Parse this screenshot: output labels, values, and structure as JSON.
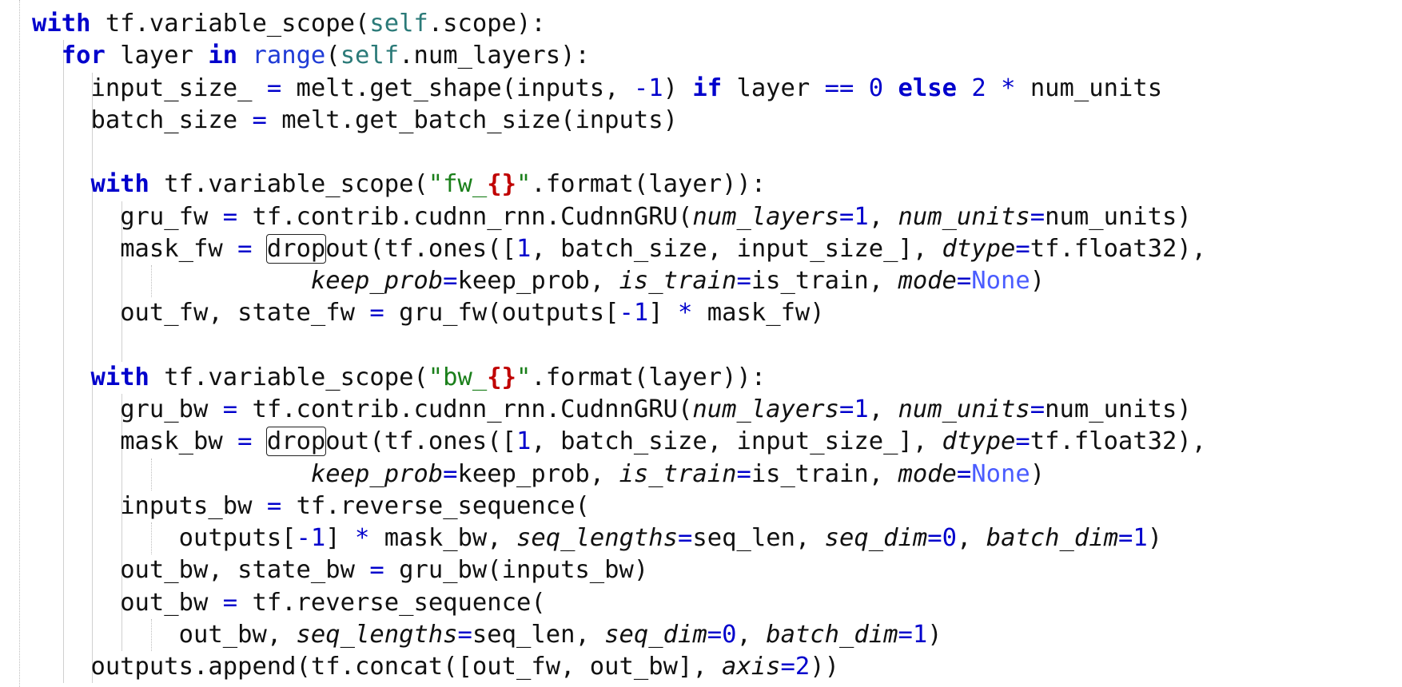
{
  "editor": {
    "lines": [
      {
        "indent": 0,
        "tokens": [
          {
            "t": "with",
            "c": "kw"
          },
          {
            "t": " tf.variable_scope("
          },
          {
            "t": "self",
            "c": "self"
          },
          {
            "t": ".scope):"
          }
        ]
      },
      {
        "indent": 1,
        "tokens": [
          {
            "t": "for",
            "c": "kw"
          },
          {
            "t": " layer "
          },
          {
            "t": "in",
            "c": "kw"
          },
          {
            "t": " "
          },
          {
            "t": "range",
            "c": "builtin"
          },
          {
            "t": "("
          },
          {
            "t": "self",
            "c": "self"
          },
          {
            "t": ".num_layers):"
          }
        ]
      },
      {
        "indent": 2,
        "tokens": [
          {
            "t": "input_size_ "
          },
          {
            "t": "=",
            "c": "op"
          },
          {
            "t": " melt.get_shape(inputs, "
          },
          {
            "t": "-1",
            "c": "num"
          },
          {
            "t": ") "
          },
          {
            "t": "if",
            "c": "kw"
          },
          {
            "t": " layer "
          },
          {
            "t": "==",
            "c": "op"
          },
          {
            "t": " "
          },
          {
            "t": "0",
            "c": "num"
          },
          {
            "t": " "
          },
          {
            "t": "else",
            "c": "kw"
          },
          {
            "t": " "
          },
          {
            "t": "2",
            "c": "num"
          },
          {
            "t": " "
          },
          {
            "t": "*",
            "c": "op"
          },
          {
            "t": " num_units"
          }
        ]
      },
      {
        "indent": 2,
        "tokens": [
          {
            "t": "batch_size "
          },
          {
            "t": "=",
            "c": "op"
          },
          {
            "t": " melt.get_batch_size(inputs)"
          }
        ]
      },
      {
        "indent": 0,
        "tokens": []
      },
      {
        "indent": 2,
        "tokens": [
          {
            "t": "with",
            "c": "kw"
          },
          {
            "t": " tf.variable_scope("
          },
          {
            "t": "\"fw_",
            "c": "str"
          },
          {
            "t": "{}",
            "c": "brace"
          },
          {
            "t": "\"",
            "c": "str"
          },
          {
            "t": ".format(layer)):"
          }
        ]
      },
      {
        "indent": 3,
        "tokens": [
          {
            "t": "gru_fw "
          },
          {
            "t": "=",
            "c": "op"
          },
          {
            "t": " tf.contrib.cudnn_rnn.CudnnGRU("
          },
          {
            "t": "num_layers",
            "c": "param"
          },
          {
            "t": "=",
            "c": "op"
          },
          {
            "t": "1",
            "c": "num"
          },
          {
            "t": ", "
          },
          {
            "t": "num_units",
            "c": "param"
          },
          {
            "t": "=",
            "c": "op"
          },
          {
            "t": "num_units)"
          }
        ]
      },
      {
        "indent": 3,
        "tokens": [
          {
            "t": "mask_fw "
          },
          {
            "t": "=",
            "c": "op"
          },
          {
            "t": " "
          },
          {
            "t": "drop",
            "c": "hl"
          },
          {
            "t": "out(tf.ones([",
            "c": ""
          },
          {
            "t": "1",
            "c": "num"
          },
          {
            "t": ", batch_size, input_size_], "
          },
          {
            "t": "dtype",
            "c": "param"
          },
          {
            "t": "=",
            "c": "op"
          },
          {
            "t": "tf.float32),"
          }
        ]
      },
      {
        "indent": 3,
        "pad": 13,
        "tokens": [
          {
            "t": "keep_prob",
            "c": "param"
          },
          {
            "t": "=",
            "c": "op"
          },
          {
            "t": "keep_prob, "
          },
          {
            "t": "is_train",
            "c": "param"
          },
          {
            "t": "=",
            "c": "op"
          },
          {
            "t": "is_train, "
          },
          {
            "t": "mode",
            "c": "param"
          },
          {
            "t": "=",
            "c": "op"
          },
          {
            "t": "None",
            "c": "none"
          },
          {
            "t": ")"
          }
        ]
      },
      {
        "indent": 3,
        "tokens": [
          {
            "t": "out_fw, state_fw "
          },
          {
            "t": "=",
            "c": "op"
          },
          {
            "t": " gru_fw(outputs["
          },
          {
            "t": "-1",
            "c": "num"
          },
          {
            "t": "] "
          },
          {
            "t": "*",
            "c": "op"
          },
          {
            "t": " mask_fw)"
          }
        ]
      },
      {
        "indent": 0,
        "tokens": []
      },
      {
        "indent": 2,
        "tokens": [
          {
            "t": "with",
            "c": "kw"
          },
          {
            "t": " tf.variable_scope("
          },
          {
            "t": "\"bw_",
            "c": "str"
          },
          {
            "t": "{}",
            "c": "brace"
          },
          {
            "t": "\"",
            "c": "str"
          },
          {
            "t": ".format(layer)):"
          }
        ]
      },
      {
        "indent": 3,
        "tokens": [
          {
            "t": "gru_bw "
          },
          {
            "t": "=",
            "c": "op"
          },
          {
            "t": " tf.contrib.cudnn_rnn.CudnnGRU("
          },
          {
            "t": "num_layers",
            "c": "param"
          },
          {
            "t": "=",
            "c": "op"
          },
          {
            "t": "1",
            "c": "num"
          },
          {
            "t": ", "
          },
          {
            "t": "num_units",
            "c": "param"
          },
          {
            "t": "=",
            "c": "op"
          },
          {
            "t": "num_units)"
          }
        ]
      },
      {
        "indent": 3,
        "tokens": [
          {
            "t": "mask_bw "
          },
          {
            "t": "=",
            "c": "op"
          },
          {
            "t": " "
          },
          {
            "t": "drop",
            "c": "hl"
          },
          {
            "t": "out(tf.ones([",
            "c": ""
          },
          {
            "t": "1",
            "c": "num"
          },
          {
            "t": ", batch_size, input_size_], "
          },
          {
            "t": "dtype",
            "c": "param"
          },
          {
            "t": "=",
            "c": "op"
          },
          {
            "t": "tf.float32),"
          }
        ]
      },
      {
        "indent": 3,
        "pad": 13,
        "tokens": [
          {
            "t": "keep_prob",
            "c": "param"
          },
          {
            "t": "=",
            "c": "op"
          },
          {
            "t": "keep_prob, "
          },
          {
            "t": "is_train",
            "c": "param"
          },
          {
            "t": "=",
            "c": "op"
          },
          {
            "t": "is_train, "
          },
          {
            "t": "mode",
            "c": "param"
          },
          {
            "t": "=",
            "c": "op"
          },
          {
            "t": "None",
            "c": "none"
          },
          {
            "t": ")"
          }
        ]
      },
      {
        "indent": 3,
        "tokens": [
          {
            "t": "inputs_bw "
          },
          {
            "t": "=",
            "c": "op"
          },
          {
            "t": " tf.reverse_sequence("
          }
        ]
      },
      {
        "indent": 5,
        "tokens": [
          {
            "t": "outputs["
          },
          {
            "t": "-1",
            "c": "num"
          },
          {
            "t": "] "
          },
          {
            "t": "*",
            "c": "op"
          },
          {
            "t": " mask_bw, "
          },
          {
            "t": "seq_lengths",
            "c": "param"
          },
          {
            "t": "=",
            "c": "op"
          },
          {
            "t": "seq_len, "
          },
          {
            "t": "seq_dim",
            "c": "param"
          },
          {
            "t": "=",
            "c": "op"
          },
          {
            "t": "0",
            "c": "num"
          },
          {
            "t": ", "
          },
          {
            "t": "batch_dim",
            "c": "param"
          },
          {
            "t": "=",
            "c": "op"
          },
          {
            "t": "1",
            "c": "num"
          },
          {
            "t": ")"
          }
        ]
      },
      {
        "indent": 3,
        "tokens": [
          {
            "t": "out_bw, state_bw "
          },
          {
            "t": "=",
            "c": "op"
          },
          {
            "t": " gru_bw(inputs_bw)"
          }
        ]
      },
      {
        "indent": 3,
        "tokens": [
          {
            "t": "out_bw "
          },
          {
            "t": "=",
            "c": "op"
          },
          {
            "t": " tf.reverse_sequence("
          }
        ]
      },
      {
        "indent": 5,
        "tokens": [
          {
            "t": "out_bw, "
          },
          {
            "t": "seq_lengths",
            "c": "param"
          },
          {
            "t": "=",
            "c": "op"
          },
          {
            "t": "seq_len, "
          },
          {
            "t": "seq_dim",
            "c": "param"
          },
          {
            "t": "=",
            "c": "op"
          },
          {
            "t": "0",
            "c": "num"
          },
          {
            "t": ", "
          },
          {
            "t": "batch_dim",
            "c": "param"
          },
          {
            "t": "=",
            "c": "op"
          },
          {
            "t": "1",
            "c": "num"
          },
          {
            "t": ")"
          }
        ]
      },
      {
        "indent": 2,
        "tokens": [
          {
            "t": "outputs.append(tf.concat([out_fw, out_bw], "
          },
          {
            "t": "axis",
            "c": "param"
          },
          {
            "t": "=",
            "c": "op"
          },
          {
            "t": "2",
            "c": "num"
          },
          {
            "t": "))"
          }
        ]
      }
    ]
  }
}
